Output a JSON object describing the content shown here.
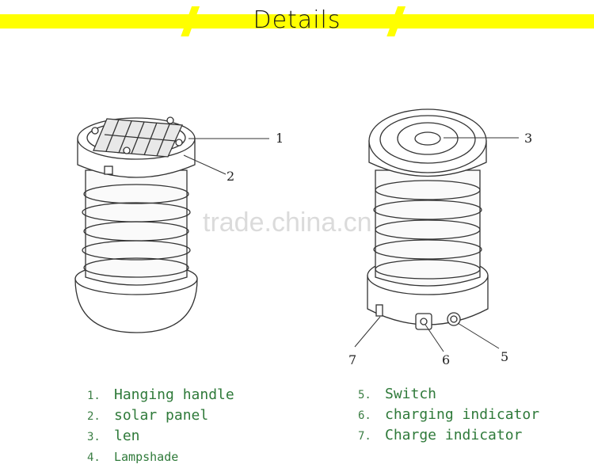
{
  "header": {
    "title": "Details",
    "colors": {
      "banner": "#ffff00",
      "title": "#1a1a1a"
    }
  },
  "watermark": "trade.china.cn",
  "callouts": {
    "left": [
      "1",
      "2"
    ],
    "right": [
      "3",
      "5",
      "6",
      "7"
    ]
  },
  "legend_left": [
    {
      "num": "1.",
      "label": "Hanging handle"
    },
    {
      "num": "2.",
      "label": "solar panel"
    },
    {
      "num": "3.",
      "label": "len"
    },
    {
      "num": "4.",
      "label": "Lampshade"
    }
  ],
  "legend_right": [
    {
      "num": "5.",
      "label": "Switch"
    },
    {
      "num": "6.",
      "label": "charging indicator"
    },
    {
      "num": "7.",
      "label": "Charge indicator"
    }
  ],
  "colors": {
    "legend_text": "#2f7a3a",
    "line": "#333333"
  }
}
